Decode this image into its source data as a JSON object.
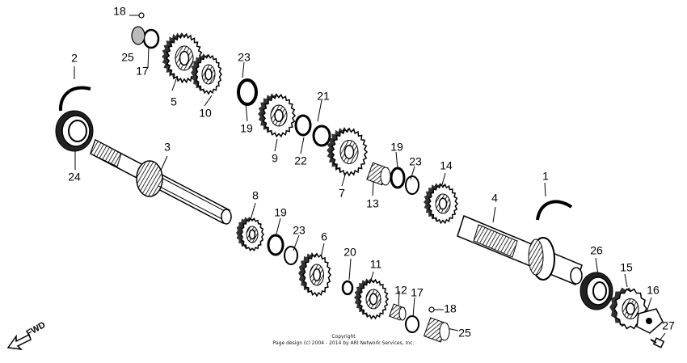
{
  "diagram": {
    "callouts": [
      "1",
      "2",
      "3",
      "4",
      "5",
      "6",
      "7",
      "8",
      "9",
      "10",
      "11",
      "12",
      "13",
      "14",
      "15",
      "16",
      "17",
      "18",
      "19",
      "20",
      "21",
      "22",
      "23",
      "24",
      "25",
      "26",
      "27"
    ],
    "callouts_extra": {
      "n17b": "17",
      "n18b": "18",
      "n19b": "19",
      "n19c": "19",
      "n23b": "23",
      "n23c": "23",
      "n25b": "25"
    },
    "fwd_label": "FWD",
    "copyright_line1": "Copyright",
    "copyright_line2": "Page design (c) 2004 - 2014 by ARI Network Services, Inc."
  },
  "colors": {
    "ink": "#000000",
    "paper": "#ffffff",
    "shade": "#555555"
  }
}
